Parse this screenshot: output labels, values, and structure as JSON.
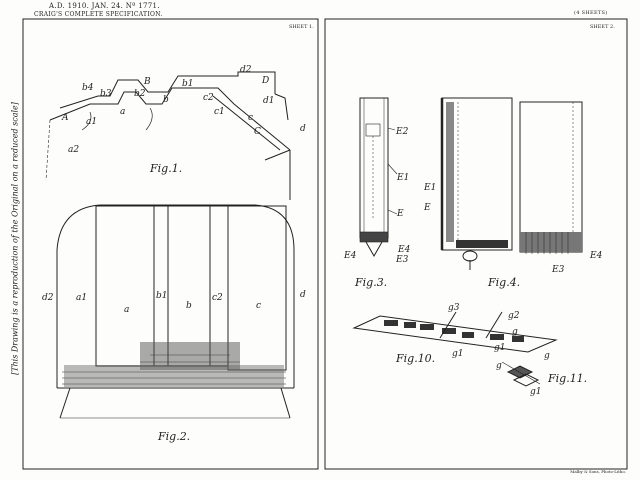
{
  "header": {
    "date_line": "A.D. 1910. JAN. 24. Nº 1771.",
    "spec_line": "CRAIG'S COMPLETE SPECIFICATION.",
    "top_right": "(4 SHEETS)",
    "sheet_left": "SHEET 1.",
    "sheet_right": "SHEET 2."
  },
  "side_note": "[This Drawing is a reproduction of the Original on a reduced scale]",
  "credit": "Malby & Sons, Photo-Litho.",
  "figures": {
    "fig1": "Fig.1.",
    "fig2": "Fig.2.",
    "fig3": "Fig.3.",
    "fig4": "Fig.4.",
    "fig10": "Fig.10.",
    "fig11": "Fig.11."
  },
  "labels_fig1": [
    "b4",
    "b3",
    "B",
    "b2",
    "b1",
    "b",
    "c2",
    "c1",
    "c",
    "d2",
    "D",
    "d1",
    "A",
    "a1",
    "a",
    "a2",
    "C",
    "d"
  ],
  "labels_fig2": [
    "d2",
    "a1",
    "a",
    "b1",
    "b",
    "c2",
    "c",
    "d"
  ],
  "labels_fig3": [
    "E2",
    "E1",
    "E",
    "E4",
    "E4",
    "E3"
  ],
  "labels_fig4": [
    "E1",
    "E",
    "E4",
    "E3"
  ],
  "labels_fig10": [
    "g3",
    "g2",
    "g",
    "g1",
    "g1",
    "g"
  ],
  "labels_fig11": [
    "g",
    "g1"
  ]
}
